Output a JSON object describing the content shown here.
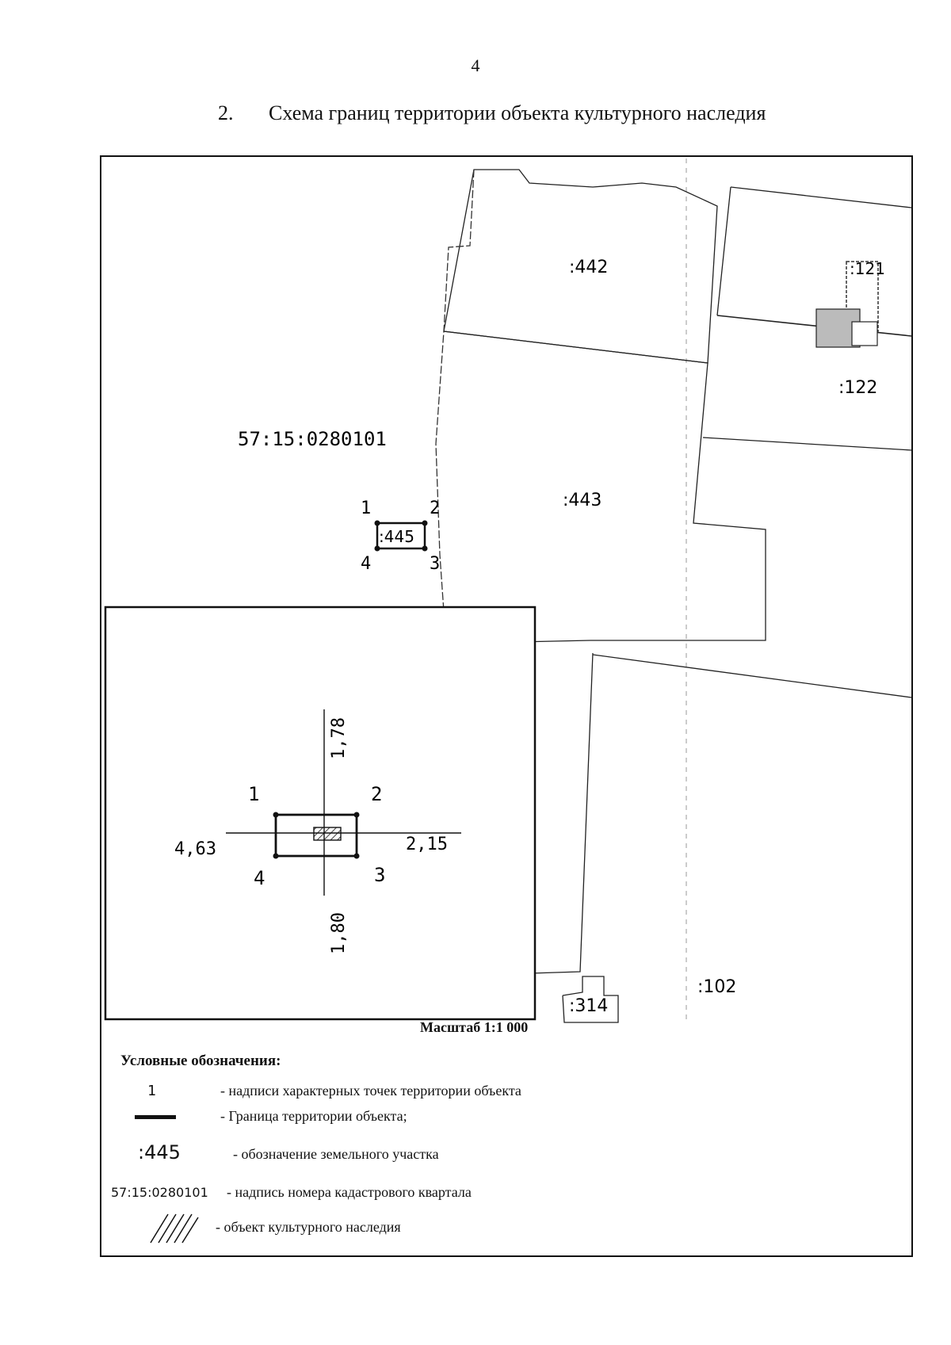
{
  "page_number": "4",
  "title": {
    "number": "2.",
    "text": "Схема границ территории объекта культурного наследия"
  },
  "map": {
    "quarter_label": "57:15:0280101",
    "parcels": [
      ":442",
      ":443",
      ":121",
      ":122",
      ":445",
      ":314",
      ":102"
    ],
    "points": [
      "1",
      "2",
      "3",
      "4"
    ]
  },
  "inset": {
    "points": [
      "1",
      "2",
      "3",
      "4"
    ],
    "distances": {
      "top": "1,78",
      "left": "4,63",
      "right": "2,15",
      "bottom": "1,80"
    }
  },
  "scale": "Масштаб 1:1 000",
  "legend": {
    "title": "Условные обозначения:",
    "items": [
      {
        "symbol": "1",
        "text": "- надписи характерных точек территории объекта"
      },
      {
        "symbol": "",
        "text": "- Граница территории объекта;"
      },
      {
        "symbol": ":445",
        "text": "- обозначение земельного участка"
      },
      {
        "symbol": "57:15:0280101",
        "text": "- надпись номера кадастрового квартала"
      },
      {
        "symbol": "",
        "text": "- объект культурного наследия"
      }
    ]
  }
}
